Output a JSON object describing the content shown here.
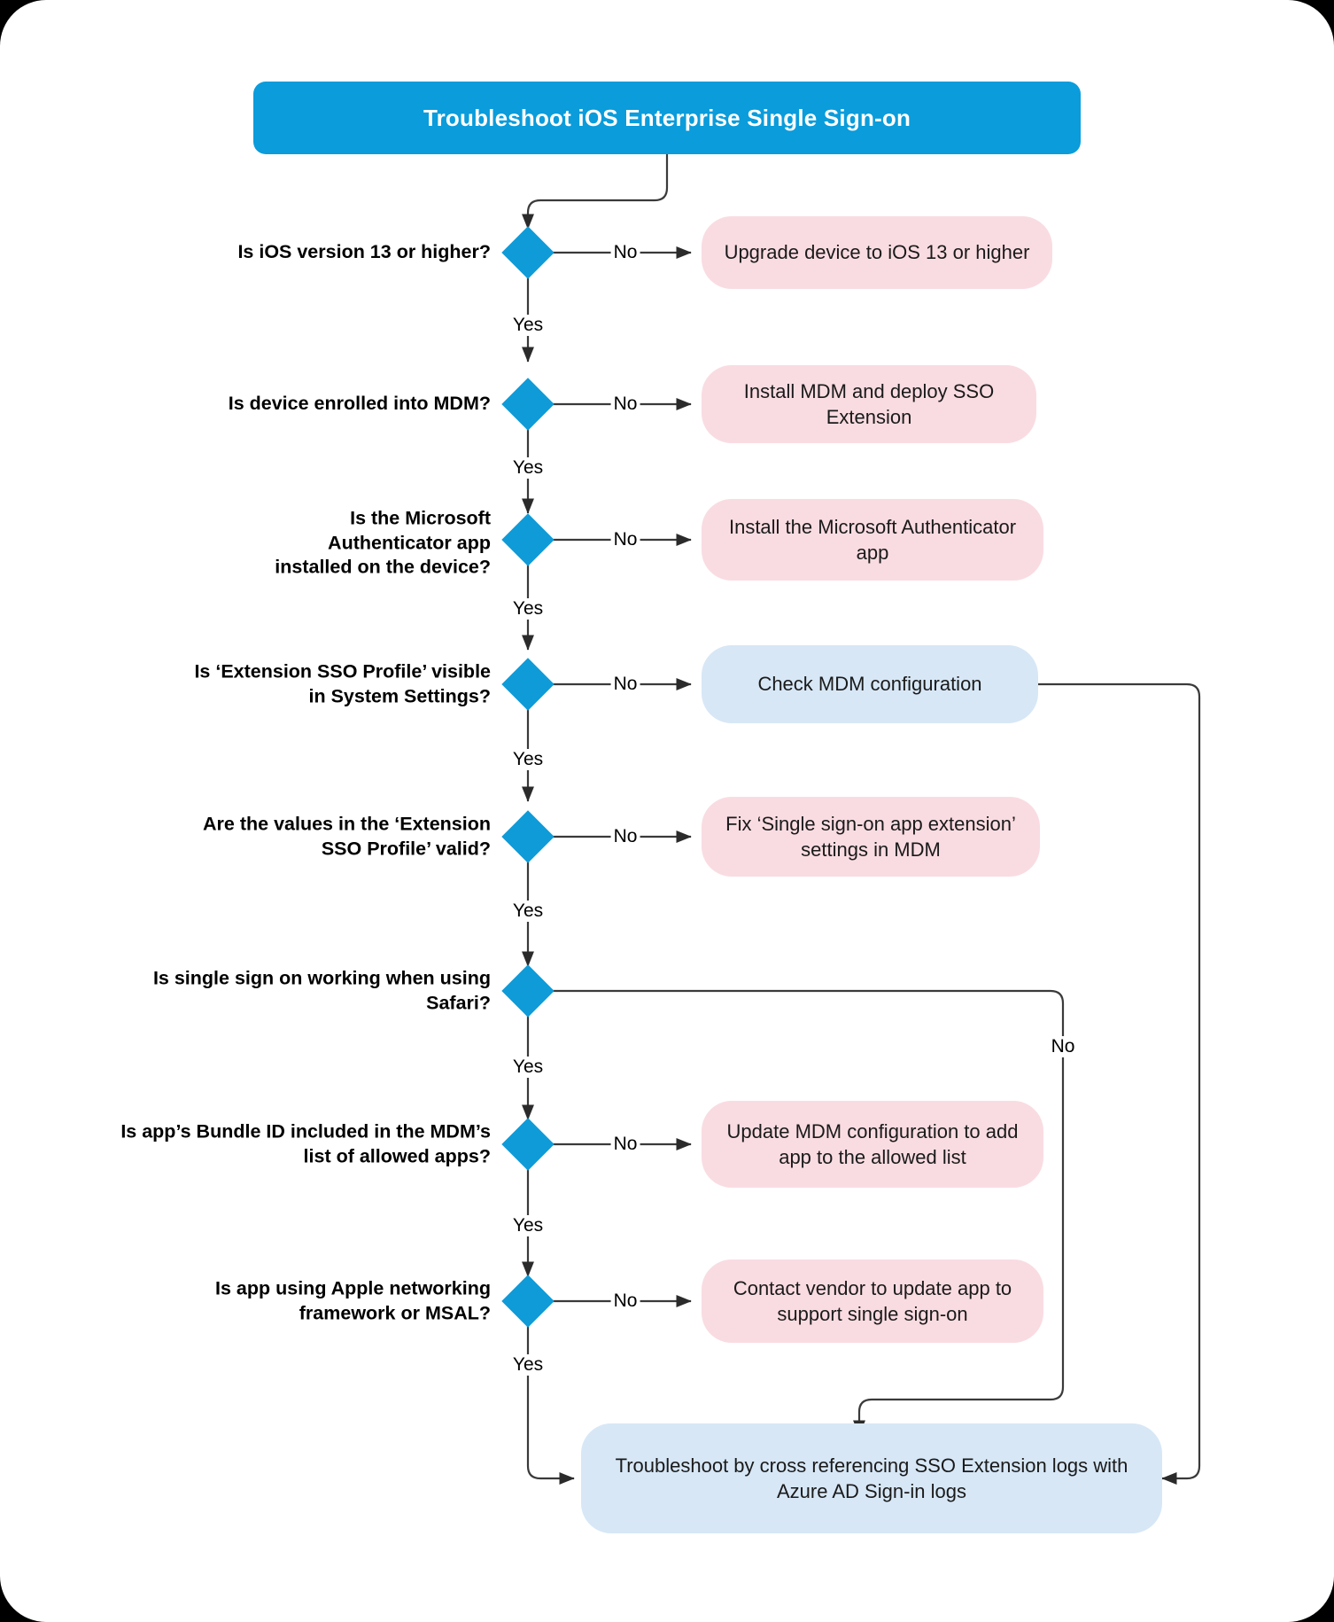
{
  "diagram": {
    "title": "Troubleshoot iOS Enterprise Single Sign-on",
    "colors": {
      "title_bar": "#0a9cdb",
      "decision": "#0f9bd8",
      "action_fix": "#f9dce2",
      "action_info": "#d7e7f6",
      "connector": "#333333",
      "background": "#ffffff"
    },
    "decisions": [
      {
        "id": "ios13",
        "question": "Is iOS version 13 or higher?"
      },
      {
        "id": "mdm",
        "question": "Is device enrolled into MDM?"
      },
      {
        "id": "authapp",
        "question": "Is the Microsoft Authenticator app installed on the device?"
      },
      {
        "id": "ssoprofile",
        "question": "Is ‘Extension SSO Profile’ visible in System Settings?"
      },
      {
        "id": "ssovalues",
        "question": "Are the values in the ‘Extension SSO Profile’ valid?"
      },
      {
        "id": "safari",
        "question": "Is single sign on working when using Safari?"
      },
      {
        "id": "bundleid",
        "question": "Is app’s Bundle ID included in the MDM’s list of allowed apps?"
      },
      {
        "id": "msal",
        "question": "Is app using Apple networking framework or MSAL?"
      }
    ],
    "actions": [
      {
        "id": "upgrade",
        "text": "Upgrade device to iOS 13 or higher",
        "kind": "fix"
      },
      {
        "id": "installmdm",
        "text": "Install MDM and deploy SSO Extension",
        "kind": "fix"
      },
      {
        "id": "installauth",
        "text": "Install the Microsoft Authenticator app",
        "kind": "fix"
      },
      {
        "id": "checkmdm",
        "text": "Check MDM configuration",
        "kind": "info"
      },
      {
        "id": "fixsso",
        "text": "Fix ‘Single sign-on app extension’ settings in MDM",
        "kind": "fix"
      },
      {
        "id": "updatemdm",
        "text": "Update MDM configuration to add app to the allowed list",
        "kind": "fix"
      },
      {
        "id": "vendor",
        "text": "Contact vendor to update app to support single sign-on",
        "kind": "fix"
      },
      {
        "id": "final",
        "text": "Troubleshoot by cross referencing SSO Extension logs with Azure AD Sign-in logs",
        "kind": "info"
      }
    ],
    "edge_labels": {
      "yes": "Yes",
      "no": "No"
    },
    "edges": [
      {
        "from": "title",
        "to": "ios13",
        "label": ""
      },
      {
        "from": "ios13",
        "to": "upgrade",
        "label": "No"
      },
      {
        "from": "ios13",
        "to": "mdm",
        "label": "Yes"
      },
      {
        "from": "mdm",
        "to": "installmdm",
        "label": "No"
      },
      {
        "from": "mdm",
        "to": "authapp",
        "label": "Yes"
      },
      {
        "from": "authapp",
        "to": "installauth",
        "label": "No"
      },
      {
        "from": "authapp",
        "to": "ssoprofile",
        "label": "Yes"
      },
      {
        "from": "ssoprofile",
        "to": "checkmdm",
        "label": "No"
      },
      {
        "from": "ssoprofile",
        "to": "ssovalues",
        "label": "Yes"
      },
      {
        "from": "ssovalues",
        "to": "fixsso",
        "label": "No"
      },
      {
        "from": "ssovalues",
        "to": "safari",
        "label": "Yes"
      },
      {
        "from": "safari",
        "to": "final",
        "label": "No"
      },
      {
        "from": "safari",
        "to": "bundleid",
        "label": "Yes"
      },
      {
        "from": "bundleid",
        "to": "updatemdm",
        "label": "No"
      },
      {
        "from": "bundleid",
        "to": "msal",
        "label": "Yes"
      },
      {
        "from": "msal",
        "to": "vendor",
        "label": "No"
      },
      {
        "from": "msal",
        "to": "final",
        "label": "Yes"
      },
      {
        "from": "checkmdm",
        "to": "final",
        "label": ""
      }
    ]
  }
}
